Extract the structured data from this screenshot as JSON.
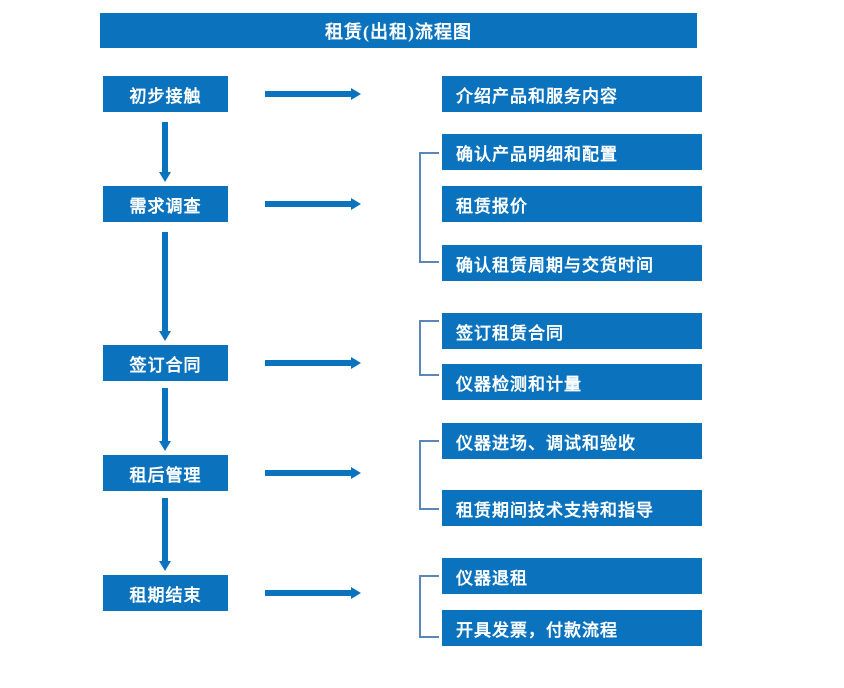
{
  "chart_title": "租赁(出租)流程图",
  "colors": {
    "node_blue": "#0b72be",
    "node_text": "#ffffff",
    "bracket_line": "#5b87b8",
    "background": "#ffffff"
  },
  "stages": [
    {
      "id": "stage-1",
      "label": "初步接触"
    },
    {
      "id": "stage-2",
      "label": "需求调查"
    },
    {
      "id": "stage-3",
      "label": "签订合同"
    },
    {
      "id": "stage-4",
      "label": "租后管理"
    },
    {
      "id": "stage-5",
      "label": "租期结束"
    }
  ],
  "details": [
    {
      "id": "detail-1-1",
      "label": "介绍产品和服务内容"
    },
    {
      "id": "detail-2-1",
      "label": "确认产品明细和配置"
    },
    {
      "id": "detail-2-2",
      "label": "租赁报价"
    },
    {
      "id": "detail-2-3",
      "label": "确认租赁周期与交货时间"
    },
    {
      "id": "detail-3-1",
      "label": "签订租赁合同"
    },
    {
      "id": "detail-3-2",
      "label": "仪器检测和计量"
    },
    {
      "id": "detail-4-1",
      "label": "仪器进场、调试和验收"
    },
    {
      "id": "detail-4-2",
      "label": "租赁期间技术支持和指导"
    },
    {
      "id": "detail-5-1",
      "label": "仪器退租"
    },
    {
      "id": "detail-5-2",
      "label": "开具发票，付款流程"
    }
  ],
  "chart_data": {
    "type": "diagram",
    "title": "租赁(出租)流程图",
    "layout": "two-column vertical flow with grouped detail branches",
    "nodes": [
      {
        "stage": "初步接触",
        "details": [
          "介绍产品和服务内容"
        ]
      },
      {
        "stage": "需求调查",
        "details": [
          "确认产品明细和配置",
          "租赁报价",
          "确认租赁周期与交货时间"
        ]
      },
      {
        "stage": "签订合同",
        "details": [
          "签订租赁合同",
          "仪器检测和计量"
        ]
      },
      {
        "stage": "租后管理",
        "details": [
          "仪器进场、调试和验收",
          "租赁期间技术支持和指导"
        ]
      },
      {
        "stage": "租期结束",
        "details": [
          "仪器退租",
          "开具发票，付款流程"
        ]
      }
    ],
    "edges": [
      {
        "from": "初步接触",
        "to": "需求调查",
        "kind": "vertical-arrow"
      },
      {
        "from": "需求调查",
        "to": "签订合同",
        "kind": "vertical-arrow"
      },
      {
        "from": "签订合同",
        "to": "租后管理",
        "kind": "vertical-arrow"
      },
      {
        "from": "租后管理",
        "to": "租期结束",
        "kind": "vertical-arrow"
      }
    ]
  }
}
